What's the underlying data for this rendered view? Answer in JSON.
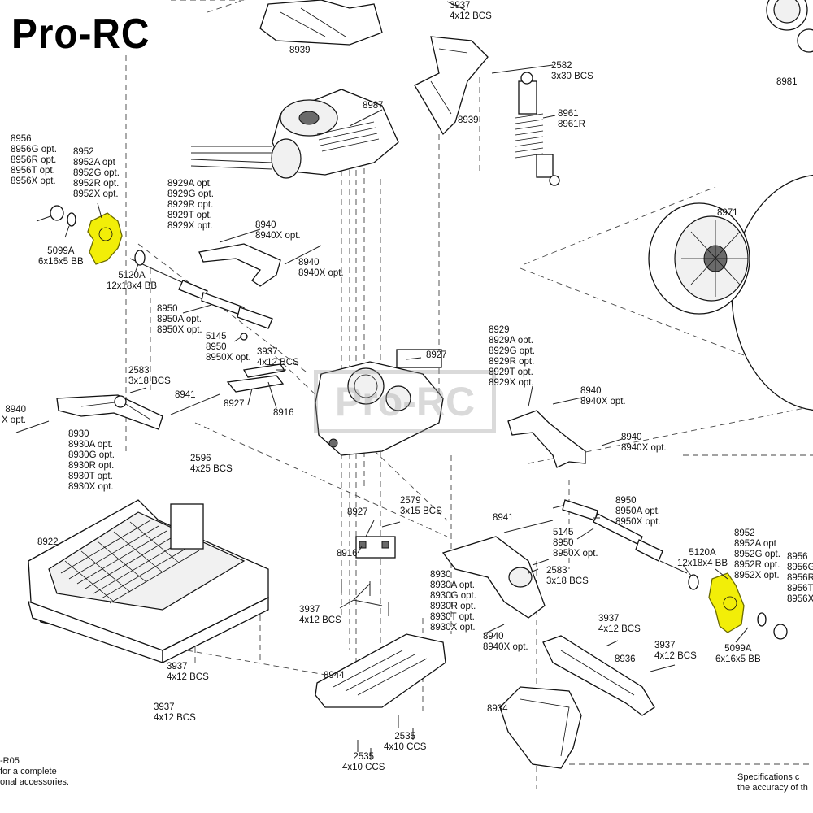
{
  "brand": "Pro-RC",
  "watermark": "Pro-RC",
  "labels": {
    "p8939_top": "8939",
    "p3937_top": "3937\n4x12 BCS",
    "p8939_mid": "8939",
    "p2582": "2582\n3x30 BCS",
    "p8961": "8961\n8961R",
    "p8981": "8981",
    "p8987": "8987",
    "p8956_l": "8956\n8956G opt.\n8956R opt.\n8956T opt.\n8956X opt.",
    "p8952_l": "8952\n8952A opt\n8952G opt.\n8952R opt.\n8952X opt.",
    "p8929_top": "8929A opt.\n8929G opt.\n8929R opt.\n8929T opt.\n8929X opt.",
    "p8940_a": "8940\n8940X opt.",
    "p8940_b": "8940\n8940X opt.",
    "p5099a_l": "5099A\n6x16x5 BB",
    "p5120a_l": "5120A\n12x18x4 BB",
    "p8950_l": "8950\n8950A opt.\n8950X opt.",
    "p5145_l": "5145\n8950\n8950X opt.",
    "p3937_b": "3937\n4x12 BCS",
    "p8971": "8971",
    "p8927_top": "8927",
    "p8929_r": "8929\n8929A opt.\n8929G opt.\n8929R opt.\n8929T opt.\n8929X opt.",
    "p8940_c": "8940\n8940X opt.",
    "p8940_d": "8940\n8940X opt.",
    "p2583_l": "2583\n3x18 BCS",
    "p8941_l": "8941",
    "p8927_l": "8927",
    "p8916_l": "8916",
    "p8940_left": "8940\nX opt.",
    "p8930_l": "8930\n8930A opt.\n8930G opt.\n8930R opt.\n8930T opt.\n8930X opt.",
    "p2596": "2596\n4x25 BCS",
    "p8922": "8922",
    "p2579": "2579\n3x15 BCS",
    "p8927_b": "8927",
    "p8916_b": "8916",
    "p3937_c": "3937\n4x12 BCS",
    "p8941_r": "8941",
    "p8950_r": "8950\n8950A opt.\n8950X opt.",
    "p5145_r": "5145\n8950\n8950X opt.",
    "p5120a_r": "5120A\n12x18x4 BB",
    "p8952_r": "8952\n8952A opt\n8952G opt.\n8952R opt.\n8952X opt.",
    "p8956_r": "8956\n8956G\n8956R\n8956T\n8956X",
    "p2583_r": "2583\n3x18 BCS",
    "p8930_r": "8930\n8930A opt.\n8930G opt.\n8930R opt.\n8930T opt.\n8930X opt.",
    "p8940_e": "8940\n8940X opt.",
    "p3937_d": "3937\n4x12 BCS",
    "p3937_e": "3937\n4x12 BCS",
    "p8936": "8936",
    "p5099a_r": "5099A\n6x16x5 BB",
    "p3937_f": "3937\n4x12 BCS",
    "p3937_g": "3937\n4x12 BCS",
    "p8944": "8944",
    "p2535_a": "2535\n4x10 CCS",
    "p2535_b": "2535\n4x10 CCS",
    "p8934": "8934"
  },
  "notes": {
    "bottom_left": "-R05\nfor a complete\nonal accessories.",
    "bottom_right": "Specifications c\nthe accuracy of th"
  },
  "colors": {
    "highlight": "#f2ee08",
    "ink": "#111111"
  }
}
